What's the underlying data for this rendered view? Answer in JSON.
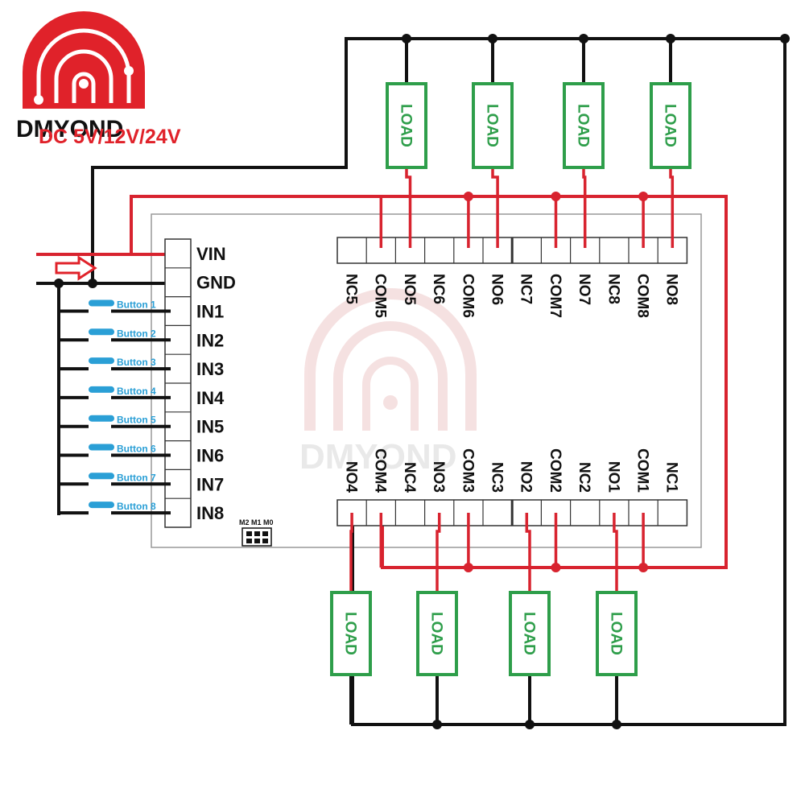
{
  "brand": {
    "name": "DMYOND",
    "watermark": "DMYOND",
    "logo_color": "#e0222a"
  },
  "supply_label": "DC 5V/12V/24V",
  "colors": {
    "power_wire": "#d8232f",
    "ground_wire": "#111111",
    "load_border": "#2e9e4a",
    "button": "#2a9fd6",
    "arrow": "#e0222a"
  },
  "power_pins": [
    "VIN",
    "GND"
  ],
  "inputs": [
    {
      "pin": "IN1",
      "button": "Button 1"
    },
    {
      "pin": "IN2",
      "button": "Button 2"
    },
    {
      "pin": "IN3",
      "button": "Button 3"
    },
    {
      "pin": "IN4",
      "button": "Button 4"
    },
    {
      "pin": "IN5",
      "button": "Button 5"
    },
    {
      "pin": "IN6",
      "button": "Button 6"
    },
    {
      "pin": "IN7",
      "button": "Button 7"
    },
    {
      "pin": "IN8",
      "button": "Button 8"
    }
  ],
  "top_terminals": [
    "NC5",
    "COM5",
    "NO5",
    "NC6",
    "COM6",
    "NO6",
    "NC7",
    "COM7",
    "NO7",
    "NC8",
    "COM8",
    "NO8"
  ],
  "bottom_terminals": [
    "NO4",
    "COM4",
    "NC4",
    "NO3",
    "COM3",
    "NC3",
    "NO2",
    "COM2",
    "NC2",
    "NO1",
    "COM1",
    "NC1"
  ],
  "mode_jumper": "M2 M1 M0",
  "load_label": "LOAD",
  "loads_top": [
    "LOAD",
    "LOAD",
    "LOAD",
    "LOAD"
  ],
  "loads_bottom": [
    "LOAD",
    "LOAD",
    "LOAD",
    "LOAD"
  ]
}
